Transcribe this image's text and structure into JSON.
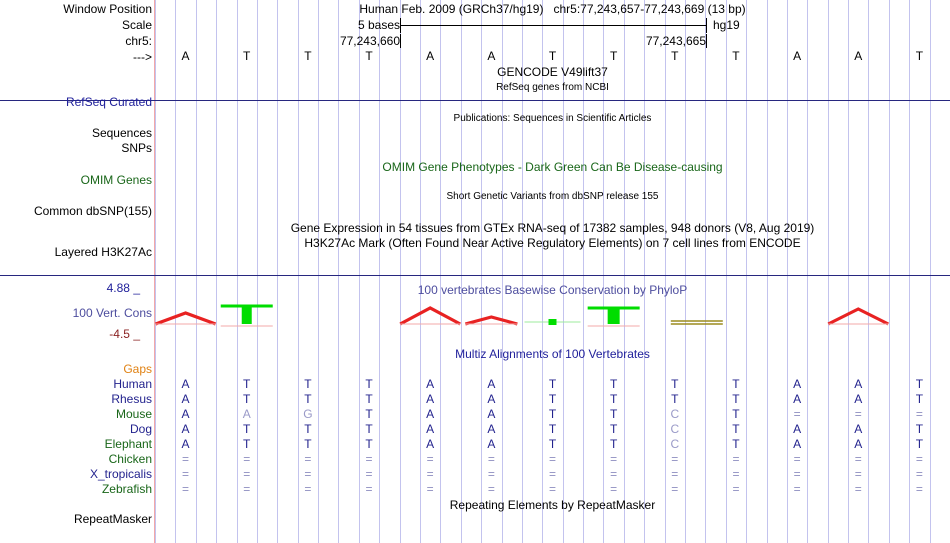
{
  "header": {
    "window_position_label": "Window Position",
    "scale_label": "Scale",
    "chrom_label": "chr5:",
    "strand_label": "--->",
    "assembly": "Human Feb. 2009 (GRCh37/hg19)",
    "position": "chr5:77,243,657-77,243,669 (13 bp)",
    "scale_text": "5 bases",
    "db_right": "hg19",
    "ruler_left_coord": "77,243,660",
    "ruler_right_coord": "77,243,665"
  },
  "sequence": {
    "bases": [
      "A",
      "T",
      "T",
      "T",
      "A",
      "A",
      "T",
      "T",
      "T",
      "T",
      "A",
      "A",
      "T"
    ]
  },
  "tracks": [
    {
      "left_label": "",
      "center_text": "GENCODE V49lift37",
      "size": "normal"
    },
    {
      "left_label": "RefSeq Curated",
      "center_text": "RefSeq genes from NCBI",
      "size": "small",
      "color": "#21219b"
    },
    {
      "left_label": "Sequences",
      "center_text": "Publications: Sequences in Scientific Articles",
      "size": "small"
    },
    {
      "left_label": "SNPs",
      "center_text": "",
      "size": "small"
    },
    {
      "left_label": "OMIM Genes",
      "center_text": "OMIM Gene Phenotypes - Dark Green Can Be Disease-causing",
      "size": "normal",
      "color": "#196619"
    },
    {
      "left_label": "Common dbSNP(155)",
      "center_text": "Short Genetic Variants from dbSNP release 155",
      "size": "small"
    },
    {
      "left_label": "",
      "center_text": "Gene Expression in 54 tissues from GTEx RNA-seq of 17382 samples, 948 donors (V8, Aug 2019)",
      "size": "normal"
    },
    {
      "left_label": "Layered H3K27Ac",
      "center_text": "H3K27Ac Mark (Often Found Near Active Regulatory Elements) on 7 cell lines from ENCODE",
      "size": "normal"
    },
    {
      "left_label": "100 Vert. Cons",
      "center_text": "100 vertebrates Basewise Conservation by PhyloP",
      "size": "normal",
      "color": "#4d4d9e"
    },
    {
      "left_label": "Gaps",
      "center_text": "Multiz Alignments of 100 Vertebrates",
      "size": "normal",
      "color": "#e08214"
    },
    {
      "left_label": "RepeatMasker",
      "center_text": "Repeating Elements by RepeatMasker",
      "size": "normal"
    }
  ],
  "conservation": {
    "track_title": "100 vertebrates Basewise Conservation by PhyloP",
    "axis_max": "4.88",
    "axis_min": "-4.5",
    "label": "100 Vert. Cons"
  },
  "multiz": {
    "title": "Multiz Alignments of 100 Vertebrates",
    "gaps_label": "Gaps",
    "species": [
      {
        "name": "Human",
        "color": "#23238e",
        "bases": [
          "A",
          "T",
          "T",
          "T",
          "A",
          "A",
          "T",
          "T",
          "T",
          "T",
          "A",
          "A",
          "T"
        ],
        "mismatch": [
          false,
          false,
          false,
          false,
          false,
          false,
          false,
          false,
          false,
          false,
          false,
          false,
          false
        ]
      },
      {
        "name": "Rhesus",
        "color": "#23238e",
        "bases": [
          "A",
          "T",
          "T",
          "T",
          "A",
          "A",
          "T",
          "T",
          "T",
          "T",
          "A",
          "A",
          "T"
        ],
        "mismatch": [
          false,
          false,
          false,
          false,
          false,
          false,
          false,
          false,
          false,
          false,
          false,
          false,
          false
        ]
      },
      {
        "name": "Mouse",
        "color": "#196619",
        "bases": [
          "A",
          "A",
          "G",
          "T",
          "A",
          "A",
          "T",
          "T",
          "C",
          "T",
          "=",
          "=",
          "="
        ],
        "mismatch": [
          false,
          true,
          true,
          false,
          false,
          false,
          false,
          false,
          true,
          false,
          false,
          false,
          false
        ]
      },
      {
        "name": "Dog",
        "color": "#23238e",
        "bases": [
          "A",
          "T",
          "T",
          "T",
          "A",
          "A",
          "T",
          "T",
          "C",
          "T",
          "A",
          "A",
          "T"
        ],
        "mismatch": [
          false,
          false,
          false,
          false,
          false,
          false,
          false,
          false,
          true,
          false,
          false,
          false,
          false
        ]
      },
      {
        "name": "Elephant",
        "color": "#196619",
        "bases": [
          "A",
          "T",
          "T",
          "T",
          "A",
          "A",
          "T",
          "T",
          "C",
          "T",
          "A",
          "A",
          "T"
        ],
        "mismatch": [
          false,
          false,
          false,
          false,
          false,
          false,
          false,
          false,
          true,
          false,
          false,
          false,
          false
        ]
      },
      {
        "name": "Chicken",
        "color": "#196619",
        "bases": [
          "=",
          "=",
          "=",
          "=",
          "=",
          "=",
          "=",
          "=",
          "=",
          "=",
          "=",
          "=",
          "="
        ],
        "mismatch": [
          false,
          false,
          false,
          false,
          false,
          false,
          false,
          false,
          false,
          false,
          false,
          false,
          false
        ]
      },
      {
        "name": "X_tropicalis",
        "color": "#23238e",
        "bases": [
          "=",
          "=",
          "=",
          "=",
          "=",
          "=",
          "=",
          "=",
          "=",
          "=",
          "=",
          "=",
          "="
        ],
        "mismatch": [
          false,
          false,
          false,
          false,
          false,
          false,
          false,
          false,
          false,
          false,
          false,
          false,
          false
        ]
      },
      {
        "name": "Zebrafish",
        "color": "#196619",
        "bases": [
          "=",
          "=",
          "=",
          "=",
          "=",
          "=",
          "=",
          "=",
          "=",
          "=",
          "=",
          "=",
          "="
        ],
        "mismatch": [
          false,
          false,
          false,
          false,
          false,
          false,
          false,
          false,
          false,
          false,
          false,
          false,
          false
        ]
      }
    ]
  },
  "repeatmasker": {
    "label": "RepeatMasker",
    "center_text": "Repeating Elements by RepeatMasker"
  },
  "colors": {
    "positive_conservation": "#00dd00",
    "negative_conservation": "#e82222",
    "separator": "#27277f",
    "gridline": "#c3c3ee",
    "left_edge": "#f3a8a8"
  }
}
